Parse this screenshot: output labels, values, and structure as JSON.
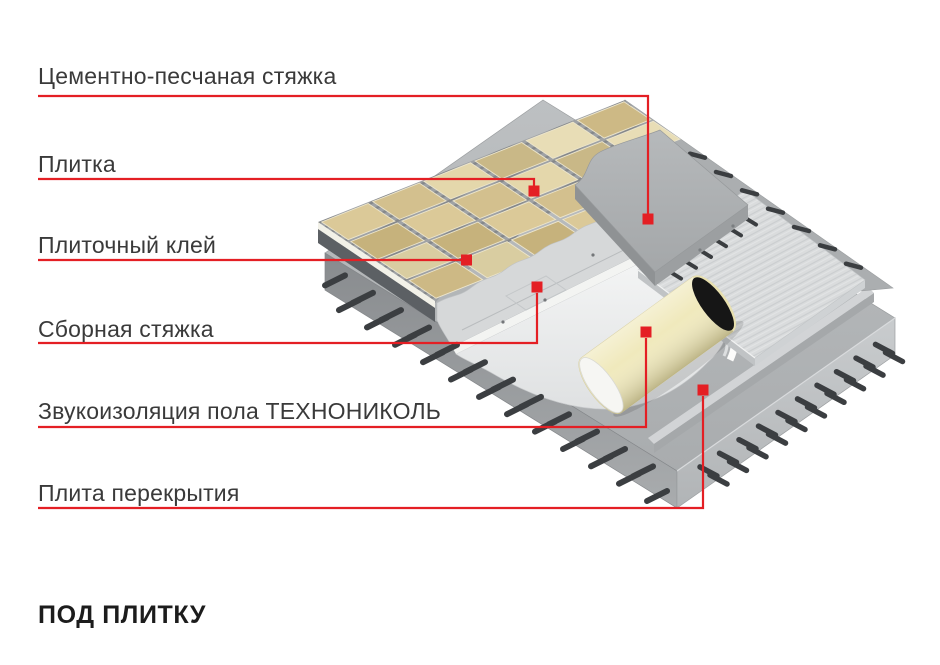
{
  "diagram": {
    "type": "layered-floor-construction",
    "title": "ПОД ПЛИТКУ",
    "labels": [
      {
        "id": "cement-sand-screed",
        "text": "Цементно-песчаная стяжка"
      },
      {
        "id": "tile",
        "text": "Плитка"
      },
      {
        "id": "tile-adhesive",
        "text": "Плиточный клей"
      },
      {
        "id": "prefab-screed",
        "text": "Сборная стяжка"
      },
      {
        "id": "sound-insulation",
        "text": "Звукоизоляция пола ТЕХНОНИКОЛЬ"
      },
      {
        "id": "floor-slab",
        "text": "Плита перекрытия"
      }
    ],
    "colors": {
      "accent_red": "#e41f24",
      "label_text": "#3a3a3a",
      "title_text": "#1c1c1c",
      "concrete": "#b5b8bb",
      "insulation_roll": "#f0e9bc",
      "membrane": "#eef0f0",
      "screed_panel": "#d6d8d9",
      "adhesive": "#9fa2a5",
      "rebar_pin": "#3b3e41",
      "tile_palette": [
        "#dbc998",
        "#cdb985",
        "#e4d7ab",
        "#c6b27c",
        "#e8ddb6",
        "#d3c08e",
        "#d9cda1",
        "#c9b887"
      ]
    }
  }
}
